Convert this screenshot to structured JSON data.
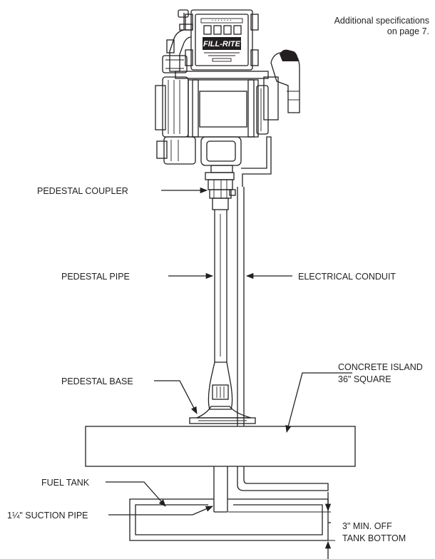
{
  "note": {
    "line1": "Additional specifications",
    "line2": "on page 7."
  },
  "meter": {
    "brand": "FILL-RITE"
  },
  "labels": {
    "pedestal_coupler": "PEDESTAL COUPLER",
    "pedestal_pipe": "PEDESTAL PIPE",
    "electrical_conduit": "ELECTRICAL CONDUIT",
    "concrete_island_line1": "CONCRETE ISLAND",
    "concrete_island_line2": "36\" SQUARE",
    "pedestal_base": "PEDESTAL BASE",
    "fuel_tank": "FUEL TANK",
    "suction_pipe": "1¼\" SUCTION PIPE",
    "min_off_line1": "3\" MIN. OFF",
    "min_off_line2": "TANK BOTTOM"
  },
  "colors": {
    "ink": "#231f20",
    "paper": "#ffffff"
  }
}
